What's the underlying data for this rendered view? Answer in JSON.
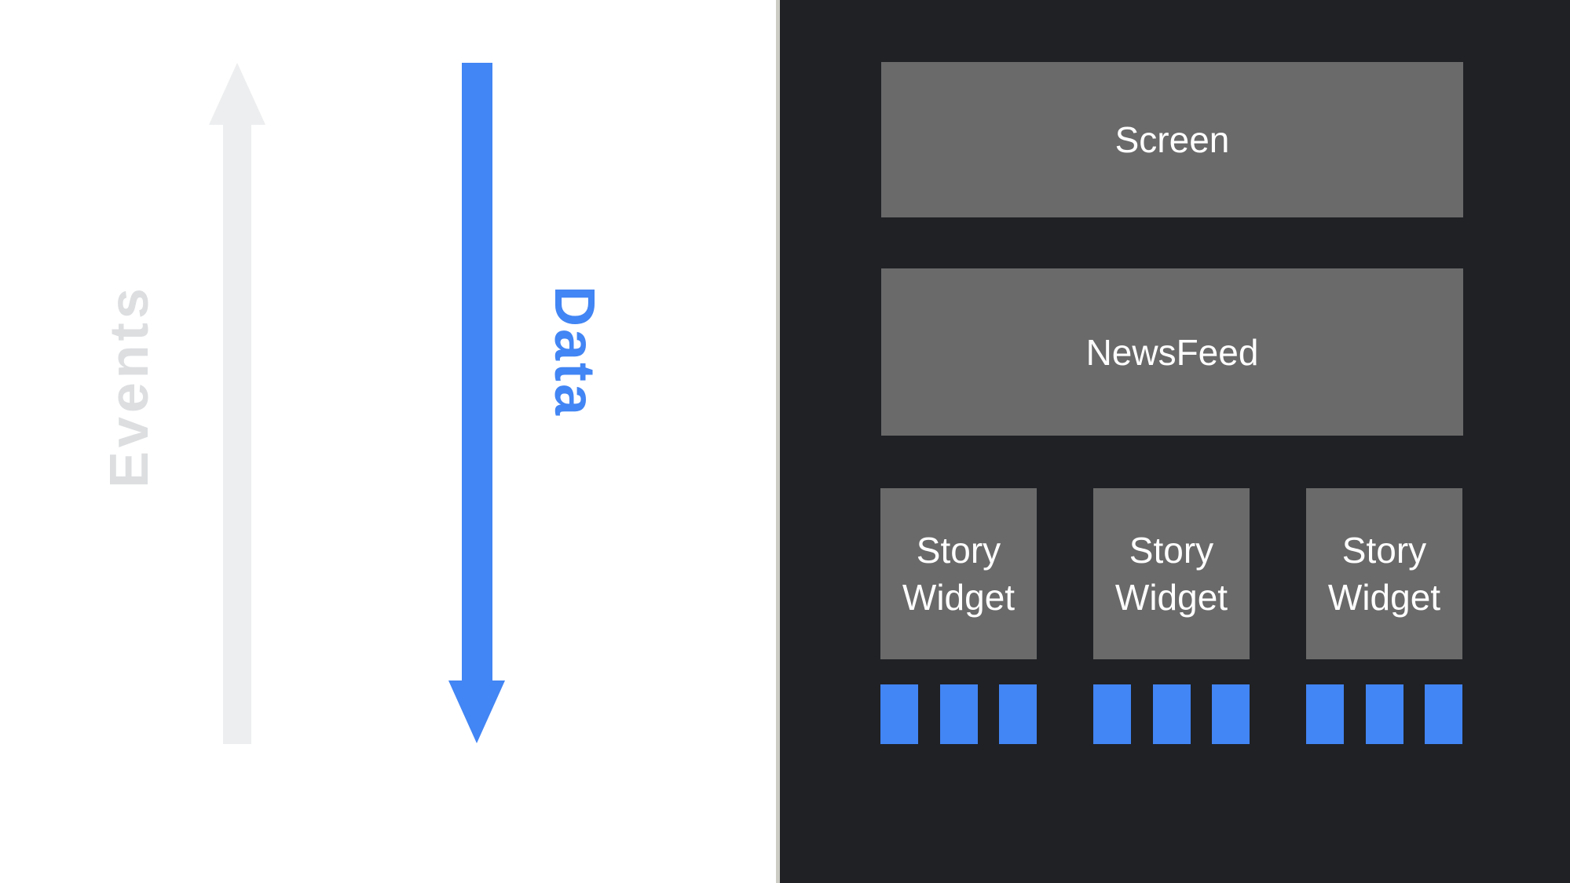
{
  "colors": {
    "left_bg": "#FFFFFF",
    "right_bg": "#1F2125",
    "divider": "#CCCCC5",
    "box_gray": "#6A6A6A",
    "box_text": "#FFFFFF",
    "accent_blue": "#4285F4",
    "events_gray": "#DCDEE0",
    "arrow_gray": "#EDEEEF"
  },
  "flow_panel": {
    "events_label": "Events",
    "data_label": "Data",
    "events_arrow_direction": "up",
    "data_arrow_direction": "down"
  },
  "tree_panel": {
    "screen_box": {
      "label": "Screen"
    },
    "newsfeed_box": {
      "label": "NewsFeed"
    },
    "story_widgets": [
      {
        "label": "Story\nWidget",
        "squares": 3
      },
      {
        "label": "Story\nWidget",
        "squares": 3
      },
      {
        "label": "Story\nWidget",
        "squares": 3
      }
    ]
  }
}
